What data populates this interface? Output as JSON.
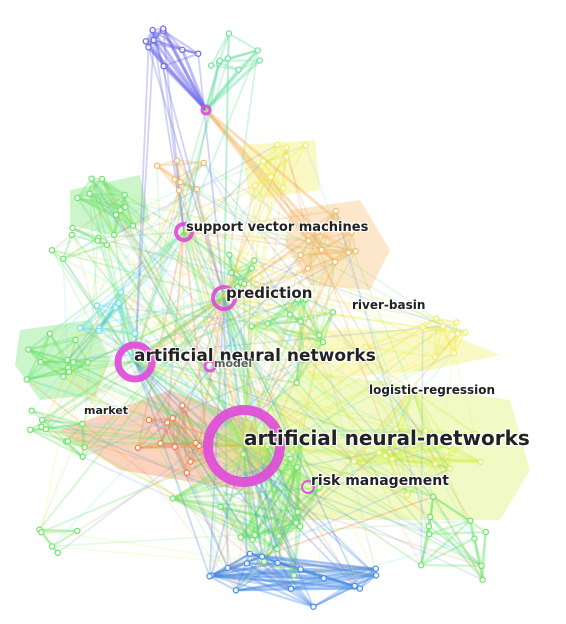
{
  "network": {
    "labels": {
      "svm": "support vector machines",
      "prediction": "prediction",
      "river_basin": "river-basin",
      "ann": "artificial neural networks",
      "model": "model",
      "logistic_regression": "logistic-regression",
      "market": "market",
      "ann_hyphen": "artificial neural-networks",
      "risk_management": "risk management"
    },
    "colors": {
      "blue_purple": "#6a6ae8",
      "teal": "#6fe0a6",
      "orange": "#f5b96a",
      "yellow": "#f1ef5a",
      "green": "#6ee36b",
      "cyan": "#6fe3ee",
      "coral": "#f57d4f",
      "lime": "#d6f05a",
      "blue": "#4b8be8",
      "highlight": "#e04cd9"
    }
  }
}
